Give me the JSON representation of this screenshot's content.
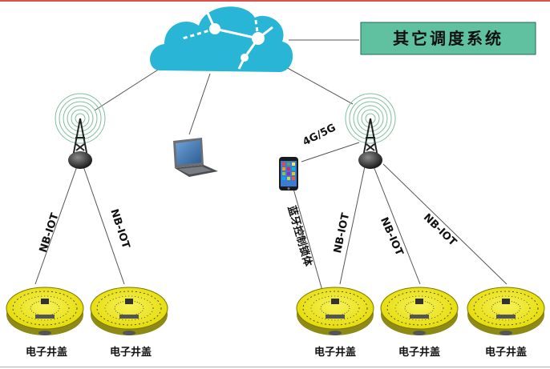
{
  "system_label": "其它调度系统",
  "link_labels": {
    "left_a": "NB-IOT",
    "left_b": "NB-IOT",
    "phone_link": "4G/5G",
    "bluetooth": "蓝牙控制锁体",
    "right_a": "NB-IOT",
    "right_b": "NB-IOT",
    "right_c": "NB-IOT"
  },
  "covers": [
    {
      "label": "电子井盖"
    },
    {
      "label": "电子井盖"
    },
    {
      "label": "电子井盖"
    },
    {
      "label": "电子井盖"
    },
    {
      "label": "电子井盖"
    }
  ],
  "colors": {
    "cloud": "#29b6d6",
    "system_box": "#5fc1a0",
    "cover_yellow": "#f2ec1c",
    "line": "#444444"
  }
}
